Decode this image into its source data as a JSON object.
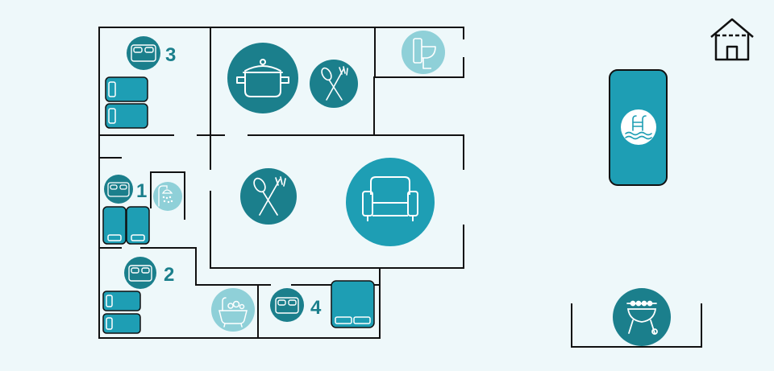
{
  "floor_plan": {
    "colors": {
      "wall": "#111111",
      "background": "#eef8fa",
      "dark_teal": "#1b7f8c",
      "teal": "#1e9eb4",
      "light_teal": "#8fd0d8",
      "white": "#ffffff"
    },
    "room_numbers": {
      "room1": "1",
      "room2": "2",
      "room3": "3",
      "room4": "4"
    },
    "icons": [
      "house-outline-icon",
      "pool-ladder-icon",
      "barbecue-grill-icon",
      "cooking-pot-icon",
      "cutlery-icon",
      "sofa-icon",
      "toilet-icon",
      "shower-icon",
      "bathtub-icon",
      "double-bed-icon",
      "single-bed-icon"
    ]
  }
}
